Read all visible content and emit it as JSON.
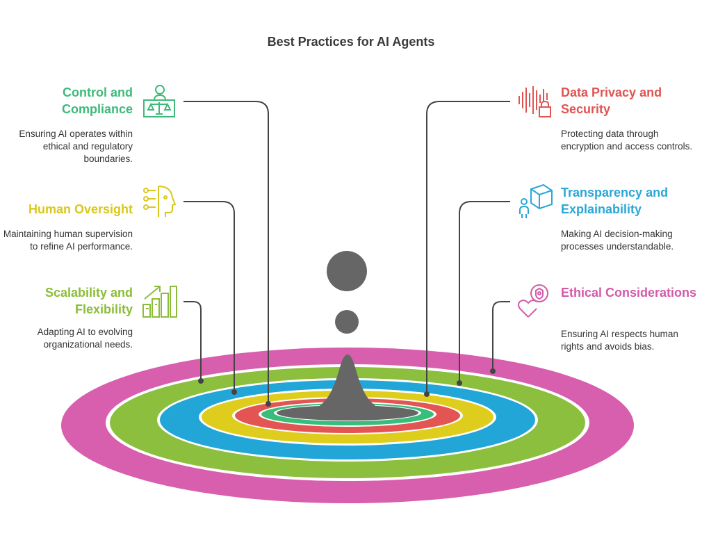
{
  "title": "Best Practices for AI Agents",
  "items": [
    {
      "heading": "Control and Compliance",
      "description": "Ensuring AI operates within ethical and regulatory boundaries.",
      "color": "#3dba7a",
      "icon": "scales-person-icon"
    },
    {
      "heading": "Human Oversight",
      "description": "Maintaining human supervision to refine AI performance.",
      "color": "#d9c81c",
      "icon": "head-circuit-icon"
    },
    {
      "heading": "Scalability and Flexibility",
      "description": "Adapting AI to evolving organizational needs.",
      "color": "#8bbd3a",
      "icon": "growth-bars-icon"
    },
    {
      "heading": "Data Privacy and Security",
      "description": "Protecting data through encryption and access controls.",
      "color": "#e05451",
      "icon": "waveform-lock-icon"
    },
    {
      "heading": "Transparency and Explainability",
      "description": "Making AI decision-making processes understandable.",
      "color": "#2aa7d6",
      "icon": "person-cube-icon"
    },
    {
      "heading": "Ethical Considerations",
      "description": "Ensuring AI respects human rights and avoids bias.",
      "color": "#d35aa8",
      "icon": "heart-shield-icon"
    }
  ],
  "rings": {
    "colors": [
      "#d85fae",
      "#8cbf3e",
      "#22a6d8",
      "#dfcd1d",
      "#e35553",
      "#38bd7a",
      "#666666"
    ],
    "drop_color": "#666666"
  }
}
